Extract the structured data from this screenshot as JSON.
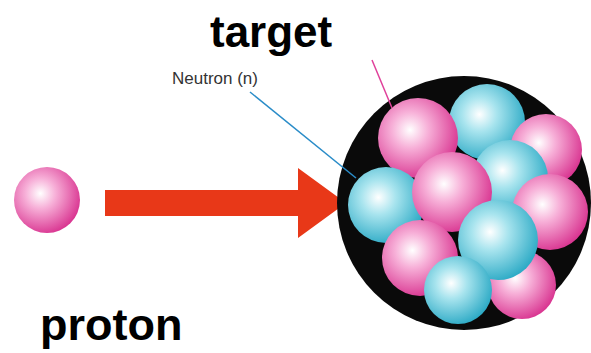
{
  "diagram": {
    "labels": [
      "target",
      "Neutron (n)",
      "proton"
    ]
  }
}
